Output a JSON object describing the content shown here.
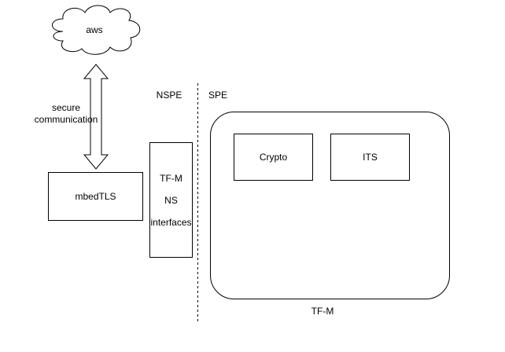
{
  "diagram": {
    "type": "architecture",
    "colors": {
      "stroke": "#000000",
      "fill": "#ffffff",
      "text": "#000000"
    },
    "nodes": {
      "aws_cloud": {
        "label": "aws",
        "shape": "cloud"
      },
      "mbedtls": {
        "label": "mbedTLS",
        "shape": "rectangle"
      },
      "ns_interfaces": {
        "lines": [
          "TF-M",
          "NS",
          "interfaces"
        ],
        "shape": "rectangle"
      },
      "tfm_container": {
        "label": "TF-M",
        "shape": "rounded-rectangle"
      },
      "crypto": {
        "label": "Crypto",
        "shape": "rectangle"
      },
      "its": {
        "label": "ITS",
        "shape": "rectangle"
      }
    },
    "edges": [
      {
        "from": "aws_cloud",
        "to": "mbedtls",
        "style": "double-headed-block-arrow",
        "label_lines": [
          "secure",
          "communication"
        ]
      }
    ],
    "regions": {
      "nspe": {
        "label": "NSPE"
      },
      "spe": {
        "label": "SPE"
      },
      "boundary": {
        "style": "dashed"
      }
    }
  }
}
